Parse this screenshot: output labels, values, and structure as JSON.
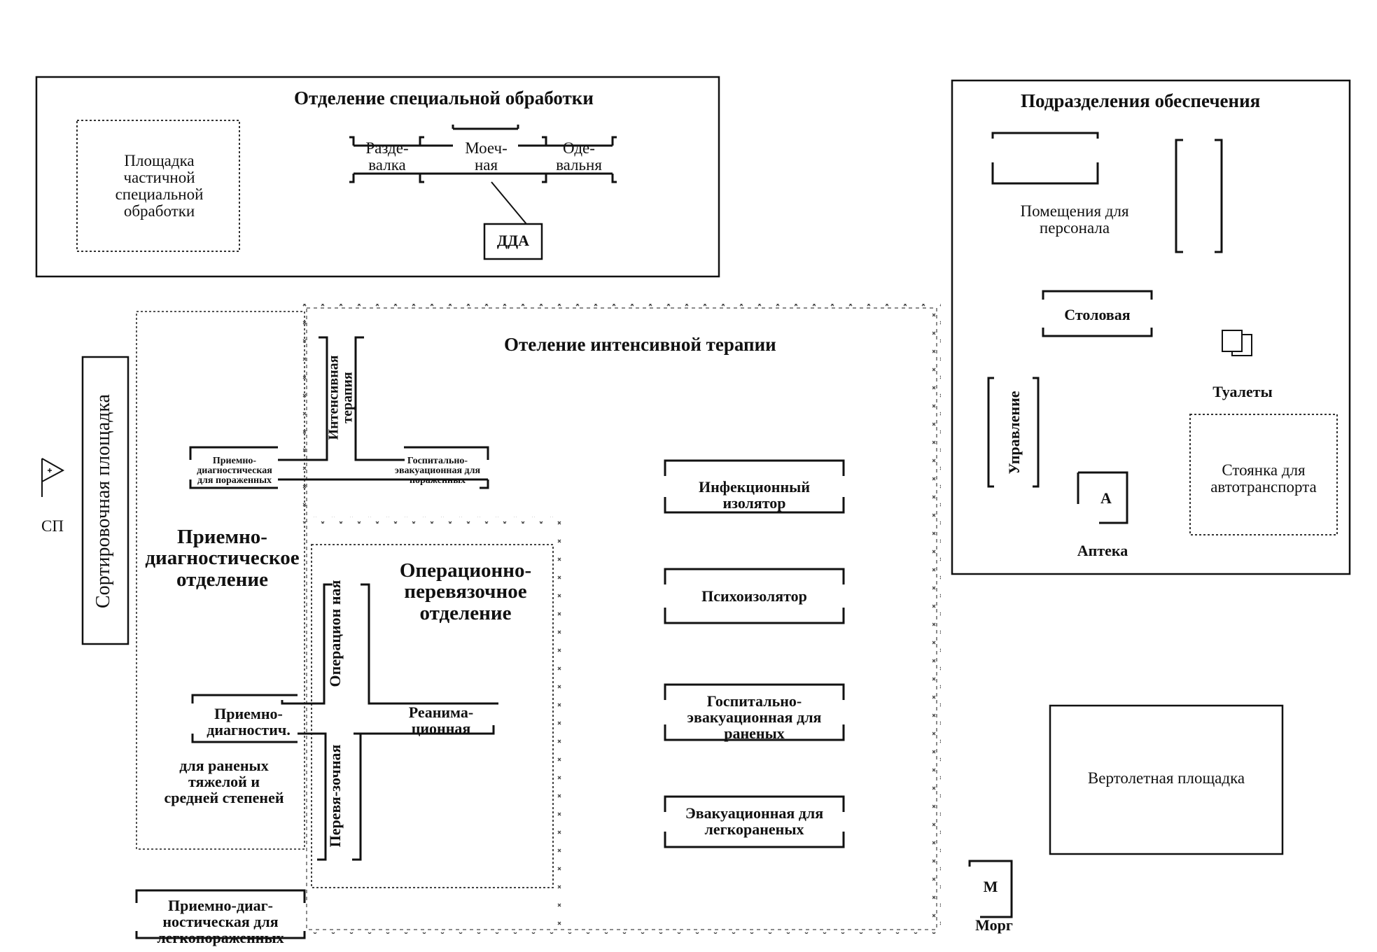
{
  "special_treatment": {
    "title": "Отделение специальной обработки",
    "partial_area": "Площадка частичной специальной обработки",
    "undressing": "Разде-валка",
    "washing": "Моеч-ная",
    "dressing": "Оде-вальня",
    "dda": "ДДА"
  },
  "support": {
    "title": "Подразделения обеспечения",
    "staff_rooms": "Помещения для персонала",
    "canteen": "Столовая",
    "toilets": "Туалеты",
    "management": "Управление",
    "parking": "Стоянка для автотранспорта",
    "pharmacy_letter": "А",
    "pharmacy": "Аптека"
  },
  "intensive_care": {
    "title": "Отеление интенсивной терапии",
    "intensive": "Интенсивная терапия",
    "infection_isolator": "Инфекционный изолятор",
    "psycho_isolator": "Психоизолятор",
    "hospital_evac_wounded": "Госпитально-эвакуационная для раненых",
    "evac_light": "Эвакуационная для легкораненых"
  },
  "triage": {
    "area": "Сортировочная площадка",
    "sp": "СП"
  },
  "admission": {
    "title": "Приемно-диагностическое отделение",
    "diag_affected": "Приемно-диагностическая для пораженных",
    "hosp_evac_affected": "Госпитально-эвакуационная для пораженных",
    "diag_short": "Приемно-диагностич.",
    "severity": "для раненых тяжелой и средней степеней",
    "diag_light": "Приемно-диаг-ностическая для легкопораженных"
  },
  "operating": {
    "title": "Операционно-перевязочное отделение",
    "operating_room": "Операцион ная",
    "reanimation": "Реанима-ционная",
    "dressing_room": "Перевя-зочная"
  },
  "helipad": "Вертолетная площадка",
  "morgue_letter": "М",
  "morgue": "Морг"
}
